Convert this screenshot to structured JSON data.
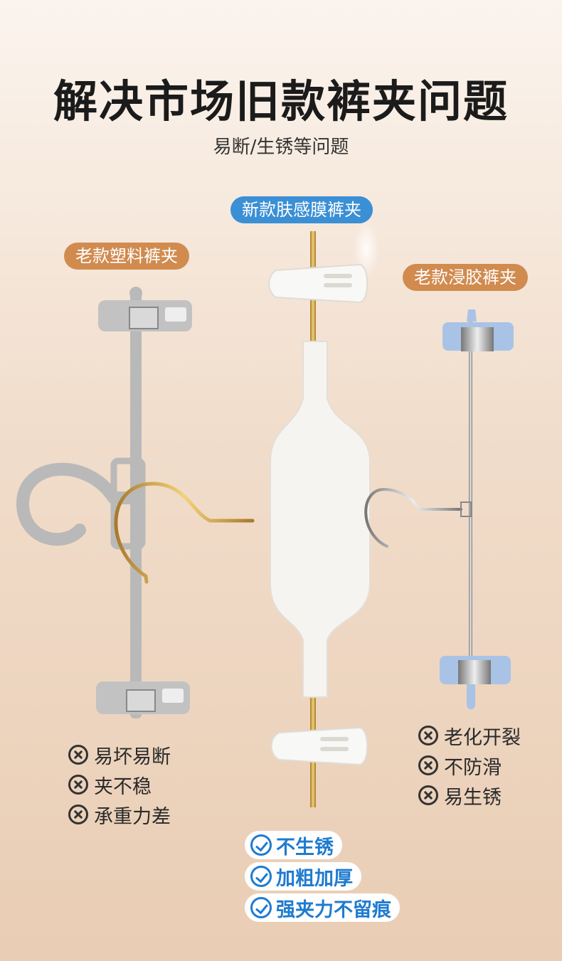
{
  "title": "解决市场旧款裤夹问题",
  "subtitle": "易断/生锈等问题",
  "labels": {
    "new": "新款肤感膜裤夹",
    "old_plastic": "老款塑料裤夹",
    "old_dipped": "老款浸胶裤夹"
  },
  "cons_left": [
    "易坏易断",
    "夹不稳",
    "承重力差"
  ],
  "cons_right": [
    "老化开裂",
    "不防滑",
    "易生锈"
  ],
  "pros": [
    "不生锈",
    "加粗加厚",
    "强夹力不留痕"
  ],
  "colors": {
    "accent_blue": "#3b8fd5",
    "accent_orange": "#d18b4f",
    "plastic_gray": "#b9b9b9",
    "pad_blue": "#a9c3e6"
  }
}
